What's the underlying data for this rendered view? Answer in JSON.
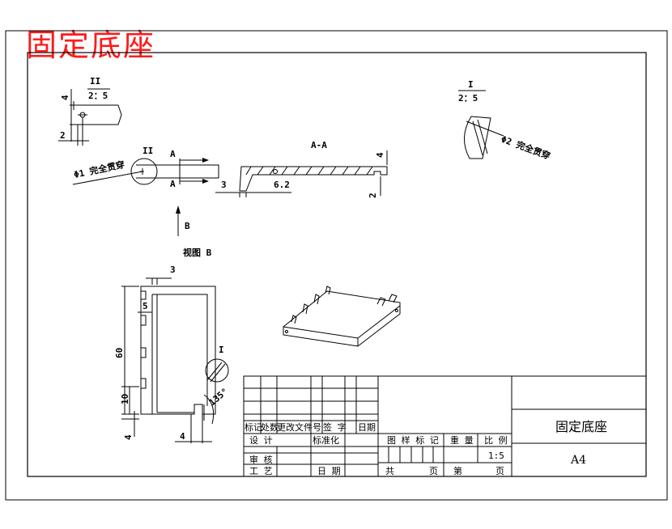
{
  "title_banner": "固定底座",
  "detail_II": {
    "label": "II",
    "scale": "2：5",
    "dim_height": "4",
    "dim_offset": "2"
  },
  "detail_I": {
    "label": "I",
    "scale": "2：5",
    "note": "Φ2 完全贯穿"
  },
  "view_top": {
    "callout_II": "II",
    "section_label": "A",
    "hole_note": "Φ1 完全贯穿"
  },
  "section_AA": {
    "title": "A-A",
    "dim_left": "3",
    "dim_length": "6.2",
    "dim_thickness_top": "4",
    "dim_thickness_bottom": "2"
  },
  "view_arrow": {
    "label": "B",
    "caption": "视图 B"
  },
  "view_B": {
    "dim_top": "3",
    "dim_notch": "5",
    "dim_height": "60",
    "dim_tab": "10",
    "dim_bottom": "4",
    "dim_foot": "4",
    "angle": "135°",
    "callout_I": "I"
  },
  "title_block": {
    "name": "固定底座",
    "sheet_size": "A4",
    "header_row": [
      "标记",
      "处数",
      "更改文件号",
      "签 字",
      "日期"
    ],
    "design": "设 计",
    "standardize": "标准化",
    "check": "审 核",
    "process": "工 艺",
    "date": "日 期",
    "stage_mark": "图 样 标 记",
    "weight": "重 量",
    "ratio_label": "比 例",
    "ratio_value": "1:5",
    "total": "共",
    "page": "页",
    "sheet": "第",
    "page2": "页"
  }
}
